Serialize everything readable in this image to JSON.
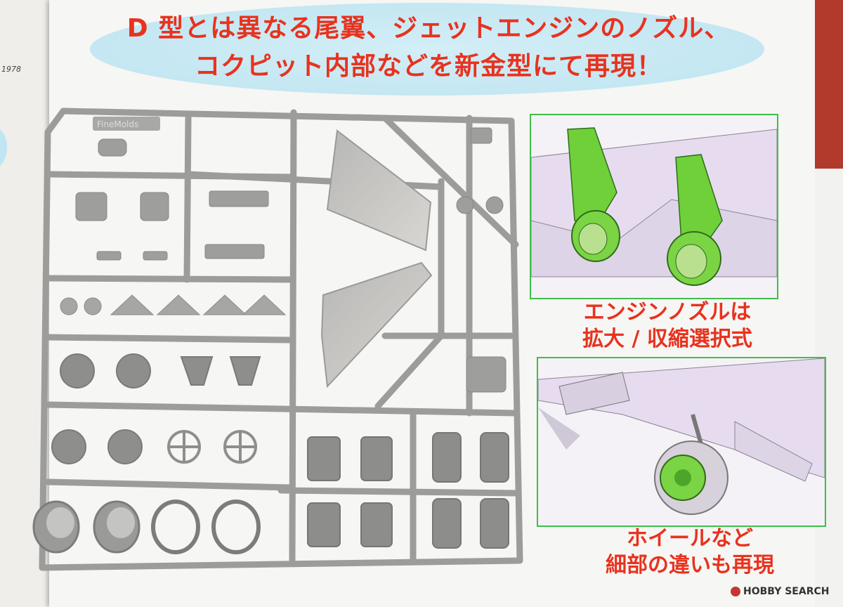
{
  "headline": {
    "line1": "D 型とは異なる尾翼、ジェットエンジンのノズル、",
    "line2": "コクピット内部などを新金型にて再現！"
  },
  "left_margin_text": "1978",
  "captions": {
    "engine_nozzle_line1": "エンジンノズルは",
    "engine_nozzle_line2": "拡大 / 収縮選択式",
    "wheel_line1": "ホイールなど",
    "wheel_line2": "細部の違いも再現"
  },
  "sprue_brand": "FineMolds",
  "watermark": "HOBBY SEARCH",
  "colors": {
    "headline_red": "#e8321e",
    "photo_frame_green": "#3fbe49",
    "banner_blue": "#c6e8f3",
    "sprue_gray": "#9a9a98",
    "highlight_green": "#6fd03a",
    "aircraft_lilac": "#e7dcef"
  }
}
